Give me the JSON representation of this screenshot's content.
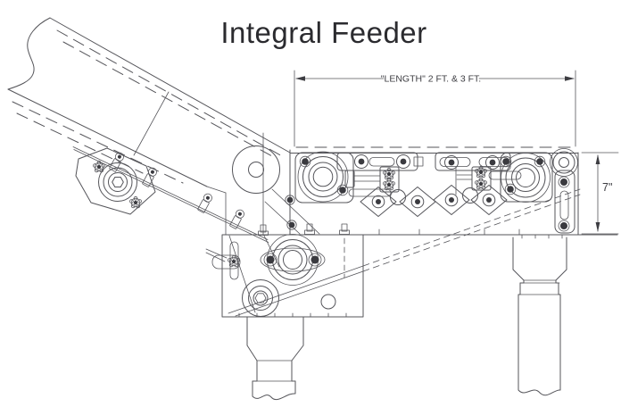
{
  "title": "Integral Feeder",
  "dimensions": {
    "length": {
      "label": "\"LENGTH\" 2 FT. & 3 FT."
    },
    "height": {
      "label": "7\""
    }
  },
  "drawing": {
    "type": "technical-line-drawing",
    "view": "side-elevation",
    "colors": {
      "line": "#55555a",
      "title_text": "#2b2b2f",
      "dim_text": "#3d3d42",
      "background": "#ffffff"
    }
  }
}
